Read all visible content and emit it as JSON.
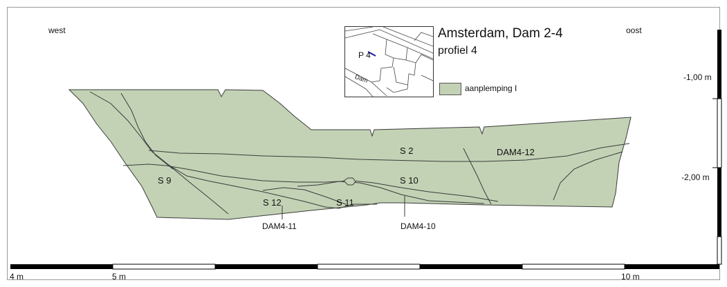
{
  "header": {
    "west_label": "west",
    "east_label": "oost",
    "title": "Amsterdam, Dam 2-4",
    "subtitle": "profiel 4"
  },
  "inset_map": {
    "profile_label": "P 4",
    "street_label": "Dam"
  },
  "legend": {
    "items": [
      {
        "label": "aanplemping I",
        "color": "#c3d2b5"
      }
    ]
  },
  "depth_scale": {
    "labels": [
      "-1,00 m",
      "-2,00 m"
    ]
  },
  "layers": {
    "labels": [
      "S 2",
      "DAM4-12",
      "S 9",
      "S 10",
      "S 12",
      "S 11"
    ]
  },
  "samples": {
    "labels": [
      "DAM4-11",
      "DAM4-10"
    ]
  },
  "horizontal_scale": {
    "labels": [
      "4 m",
      "5 m",
      "10 m"
    ]
  },
  "colors": {
    "fill": "#c3d2b5",
    "outline": "#3a3a3a",
    "scale_dark": "#000000",
    "scale_light": "#ffffff"
  }
}
